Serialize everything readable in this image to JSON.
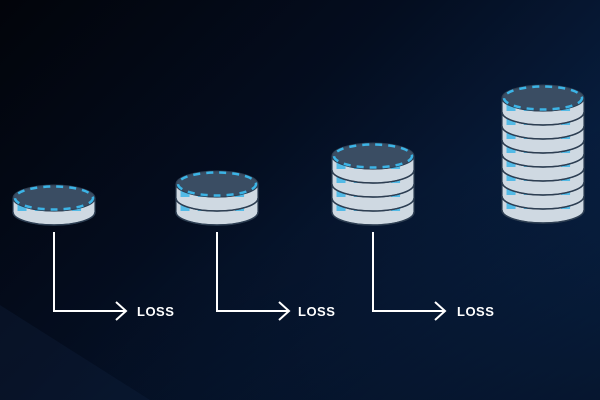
{
  "colors": {
    "chip_top": "#3a4d63",
    "chip_side": "#cfd9e2",
    "chip_side_dark": "#aebac6",
    "chip_dash": "#3cb4e6",
    "arrow": "#ffffff"
  },
  "stacks": [
    {
      "chips": 1,
      "label": "LOSS"
    },
    {
      "chips": 2,
      "label": "LOSS"
    },
    {
      "chips": 4,
      "label": "LOSS"
    },
    {
      "chips": 8,
      "label": ""
    }
  ]
}
